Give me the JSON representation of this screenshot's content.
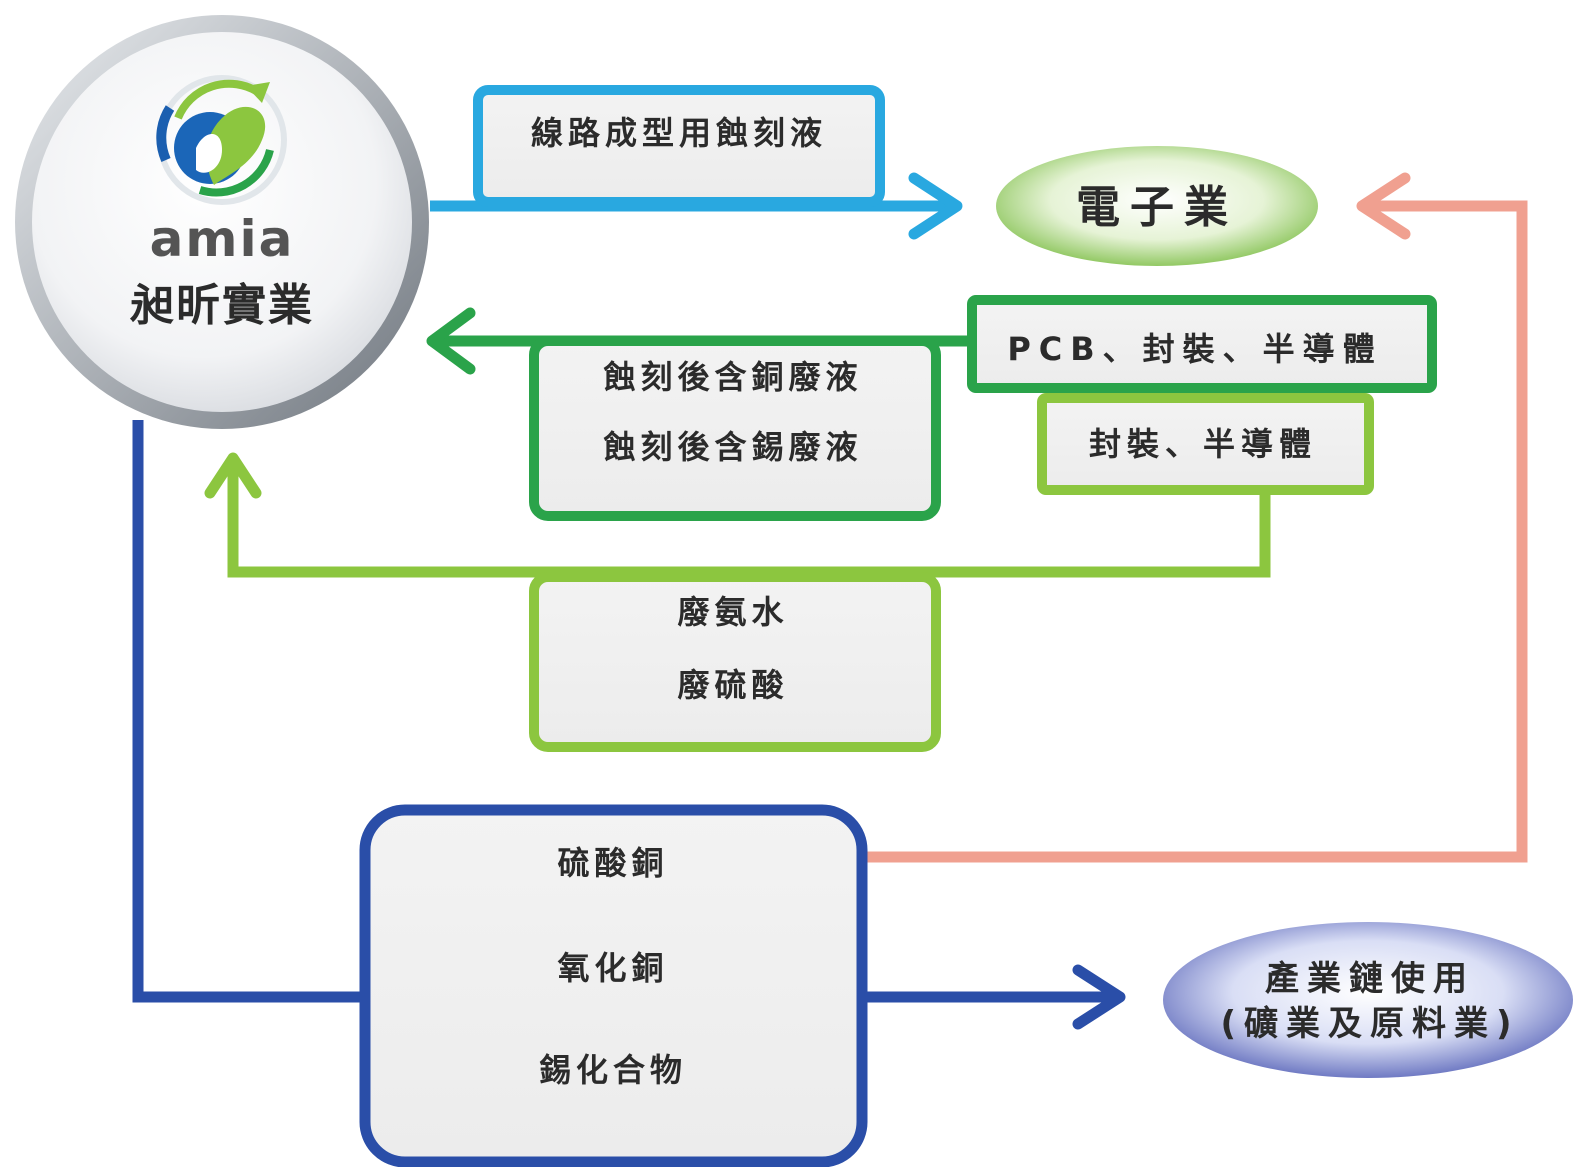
{
  "company": {
    "logo_text": "amia",
    "name": "昶昕實業"
  },
  "nodes": {
    "electronics": "電子業",
    "industry_chain_line1": "產業鏈使用",
    "industry_chain_line2": "(礦業及原料業)"
  },
  "boxes": {
    "etchant": "線路成型用蝕刻液",
    "pcb_packaging": "PCB、封裝、半導體",
    "packaging": "封裝、半導體",
    "waste_etch_copper": "蝕刻後含銅廢液",
    "waste_etch_tin": "蝕刻後含錫廢液",
    "waste_ammonia": "廢氨水",
    "waste_sulfuric": "廢硫酸",
    "products": [
      "硫酸銅",
      "氧化銅",
      "錫化合物"
    ]
  },
  "colors": {
    "blue_flow": "#29a8e0",
    "dark_green": "#2aa34a",
    "light_green": "#8cc63f",
    "navy": "#2a4ea8",
    "salmon": "#f0a090"
  }
}
